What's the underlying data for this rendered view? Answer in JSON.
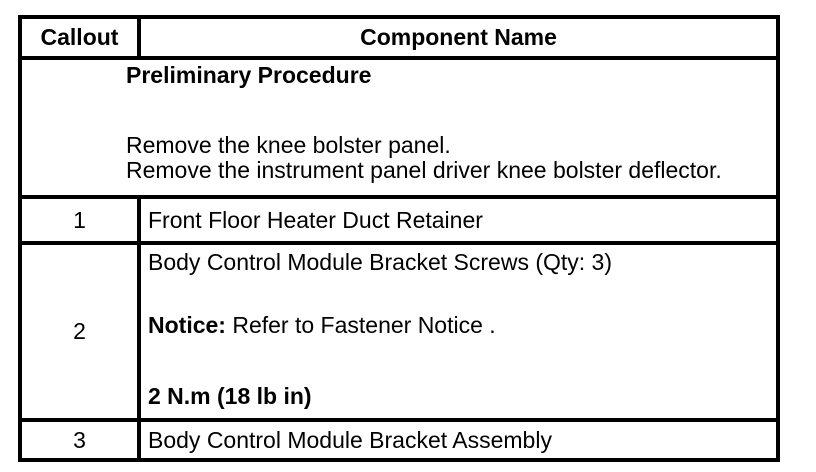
{
  "table": {
    "headers": {
      "callout": "Callout",
      "component": "Component Name"
    },
    "preliminary": {
      "title": "Preliminary Procedure",
      "step1": "Remove the knee bolster panel.",
      "step2": "Remove the instrument panel driver knee bolster deflector."
    },
    "rows": {
      "r1": {
        "callout": "1",
        "component": "Front Floor Heater Duct Retainer"
      },
      "r2": {
        "callout": "2",
        "component": "Body Control Module Bracket Screws (Qty: 3)",
        "notice_label": "Notice:",
        "notice_text": " Refer to Fastener Notice .",
        "torque": "2 N.m (18 lb in)"
      },
      "r3": {
        "callout": "3",
        "component": "Body Control Module Bracket Assembly"
      }
    },
    "colors": {
      "border": "#000000",
      "text": "#000000",
      "background": "#ffffff"
    }
  }
}
